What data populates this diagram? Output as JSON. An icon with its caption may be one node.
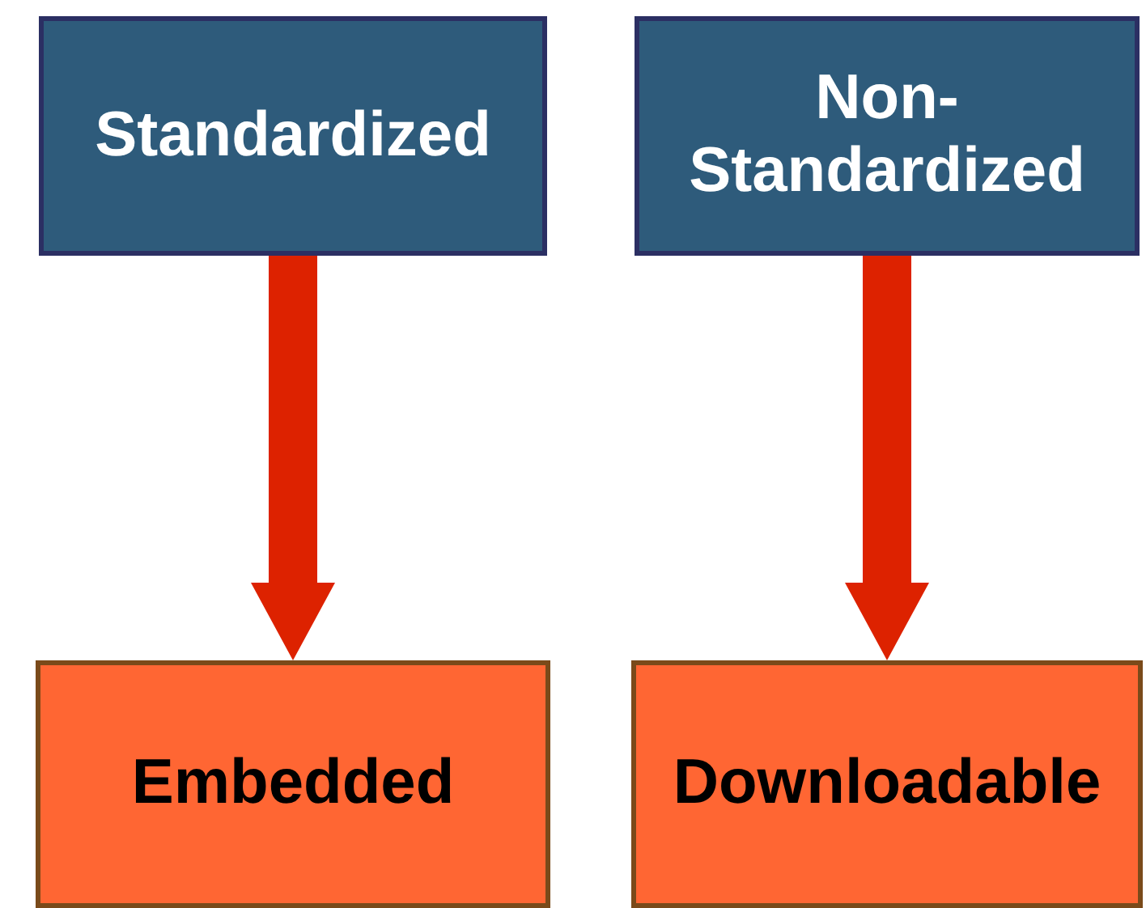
{
  "diagram": {
    "nodes": [
      {
        "text": [
          "Standardized"
        ]
      },
      {
        "text": [
          "Non-Standardized"
        ]
      },
      {
        "text": [
          "Embedded"
        ]
      },
      {
        "text": [
          "Downloadable"
        ]
      }
    ],
    "edges": [
      {
        "from": 0,
        "to": 2,
        "arrow": "to"
      },
      {
        "from": 1,
        "to": 3,
        "arrow": "to"
      }
    ]
  }
}
